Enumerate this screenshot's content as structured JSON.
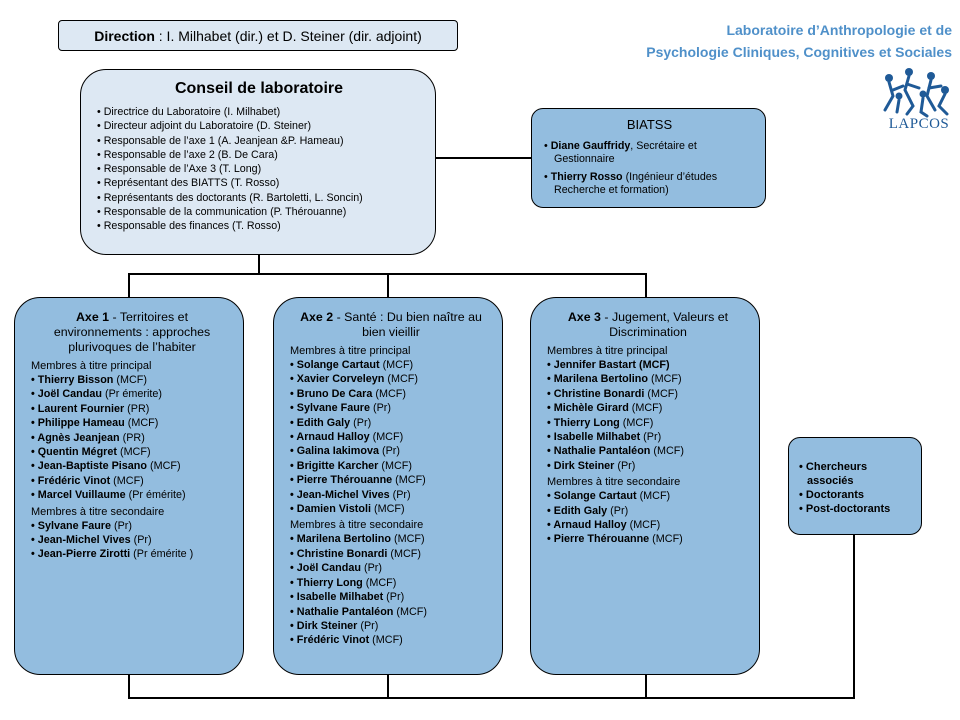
{
  "direction": {
    "label": "Direction",
    "text": " : I. Milhabet  (dir.) et D. Steiner (dir. adjoint)"
  },
  "lab": {
    "line1": "Laboratoire d’Anthropologie et de",
    "line2": "Psychologie Cliniques, Cognitives et Sociales",
    "logo_text": "LAPCOS",
    "color": "#4f90c9"
  },
  "conseil": {
    "title": "Conseil de laboratoire",
    "items": [
      "Directrice du Laboratoire (I. Milhabet)",
      "Directeur adjoint du Laboratoire (D. Steiner)",
      "Responsable de l’axe 1 (A.  Jeanjean &P. Hameau)",
      "Responsable de l’axe 2 (B. De Cara)",
      "Responsable de l’Axe 3 (T. Long)",
      "Représentant des BIATTS (T. Rosso)",
      "Représentants des doctorants (R. Bartoletti, L. Soncin)",
      "Responsable de la communication (P. Thérouanne)",
      "Responsable des finances (T. Rosso)"
    ]
  },
  "biatss": {
    "title": "BIATSS",
    "items": [
      {
        "name": "Diane Gauffridy",
        "role": ",  Secrétaire et Gestionnaire"
      },
      {
        "name": "Thierry Rosso",
        "role": " (Ingénieur d’études Recherche et formation)"
      }
    ]
  },
  "axes": [
    {
      "num": "Axe 1",
      "title": " - Territoires et environnements : approches plurivoques de l’habiter",
      "principal_label": "Membres à titre principal",
      "principal": [
        {
          "name": "Thierry Bisson",
          "rank": " (MCF)"
        },
        {
          "name": "Joël Candau",
          "rank": "  (Pr émerite)"
        },
        {
          "name": "Laurent Fournier",
          "rank": " (PR)"
        },
        {
          "name": "Philippe Hameau",
          "rank": " (MCF)"
        },
        {
          "name": "Agnès Jeanjean",
          "rank": " (PR)"
        },
        {
          "name": "Quentin Mégret",
          "rank": " (MCF)"
        },
        {
          "name": "Jean-Baptiste Pisano",
          "rank": " (MCF)"
        },
        {
          "name": "Frédéric Vinot",
          "rank": " (MCF)"
        },
        {
          "name": "Marcel Vuillaume",
          "rank": " (Pr émérite)"
        }
      ],
      "secondaire_label": "Membres à titre secondaire",
      "secondaire": [
        {
          "name": "Sylvane Faure",
          "rank": " (Pr)"
        },
        {
          "name": "Jean-Michel Vives",
          "rank": " (Pr)"
        },
        {
          "name": "Jean-Pierre Zirotti",
          "rank": " (Pr émérite )"
        }
      ]
    },
    {
      "num": "Axe 2",
      "title": " - Santé : Du bien naître au bien vieillir",
      "principal_label": "Membres à titre principal",
      "principal": [
        {
          "name": "Solange Cartaut",
          "rank": " (MCF)"
        },
        {
          "name": "Xavier Corveleyn",
          "rank": " (MCF)"
        },
        {
          "name": "Bruno De Cara",
          "rank": " (MCF)"
        },
        {
          "name": "Sylvane Faure",
          "rank": " (Pr)"
        },
        {
          "name": "Edith Galy",
          "rank": " (Pr)"
        },
        {
          "name": "Arnaud Halloy",
          "rank": " (MCF)"
        },
        {
          "name": "Galina Iakimova",
          "rank": " (Pr)"
        },
        {
          "name": "Brigitte Karcher",
          "rank": " (MCF)"
        },
        {
          "name": "Pierre Thérouanne",
          "rank": " (MCF)"
        },
        {
          "name": "Jean-Michel Vives",
          "rank": " (Pr)"
        },
        {
          "name": "Damien Vistoli",
          "rank": " (MCF)"
        }
      ],
      "secondaire_label": "Membres à titre secondaire",
      "secondaire": [
        {
          "name": "Marilena Bertolino",
          "rank": " (MCF)"
        },
        {
          "name": "Christine Bonardi",
          "rank": " (MCF)"
        },
        {
          "name": "Joël Candau",
          "rank": " (Pr)"
        },
        {
          "name": "Thierry Long",
          "rank": " (MCF)"
        },
        {
          "name": "Isabelle Milhabet",
          "rank": " (Pr)"
        },
        {
          "name": "Nathalie Pantaléon",
          "rank": " (MCF)"
        },
        {
          "name": "Dirk Steiner",
          "rank": " (Pr)"
        },
        {
          "name": "Frédéric Vinot",
          "rank": " (MCF)"
        }
      ]
    },
    {
      "num": "Axe 3",
      "title": " - Jugement, Valeurs et Discrimination",
      "principal_label": "Membres à titre principal",
      "principal": [
        {
          "name": "Jennifer Bastart (MCF)",
          "rank": ""
        },
        {
          "name": "Marilena Bertolino",
          "rank": " (MCF)"
        },
        {
          "name": "Christine Bonardi",
          "rank": " (MCF)"
        },
        {
          "name": "Michèle Girard",
          "rank": " (MCF)"
        },
        {
          "name": "Thierry Long",
          "rank": " (MCF)"
        },
        {
          "name": "Isabelle Milhabet",
          "rank": " (Pr)"
        },
        {
          "name": "Nathalie Pantaléon",
          "rank": " (MCF)"
        },
        {
          "name": "Dirk Steiner",
          "rank": " (Pr)"
        }
      ],
      "secondaire_label": "Membres à titre secondaire",
      "secondaire": [
        {
          "name": "Solange Cartaut",
          "rank": " (MCF)"
        },
        {
          "name": "Edith Galy",
          "rank": "  (Pr)"
        },
        {
          "name": "Arnaud Halloy",
          "rank": " (MCF)"
        },
        {
          "name": "Pierre Thérouanne",
          "rank": " (MCF)"
        }
      ]
    }
  ],
  "others": {
    "items": [
      "Chercheurs associés",
      "Doctorants",
      "Post-doctorants"
    ]
  },
  "colors": {
    "light_box": "#dde8f3",
    "dark_box": "#93bddf",
    "title_blue": "#4f90c9"
  }
}
